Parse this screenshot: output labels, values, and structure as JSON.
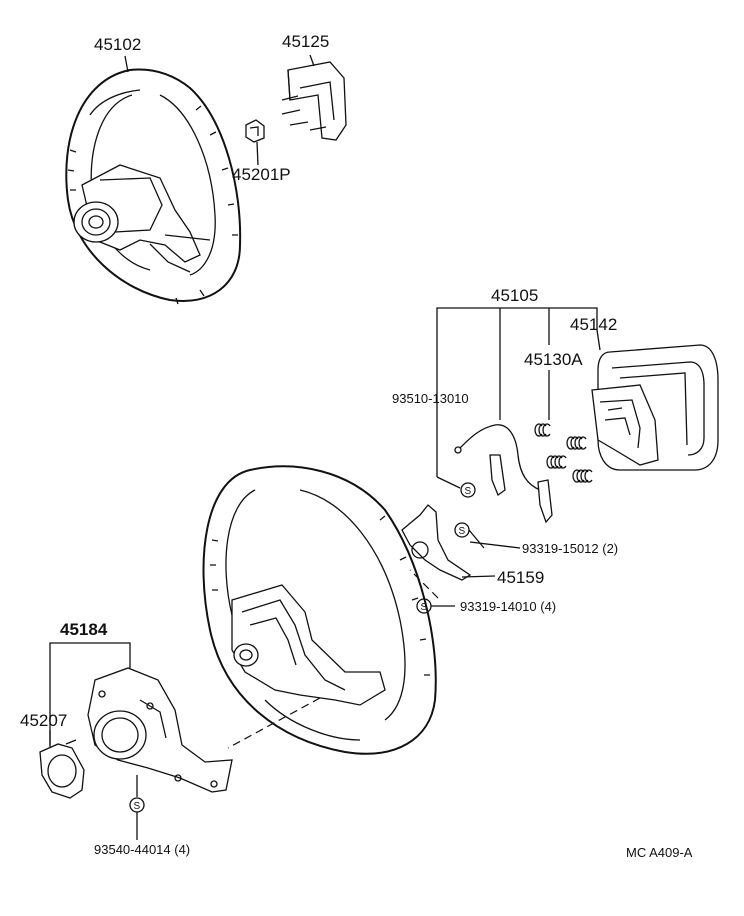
{
  "labels": {
    "wheel_upper": "45102",
    "pad_upper": "45125",
    "nut": "45201P",
    "assembly_pad": "45105",
    "horn_pad": "45142",
    "spring": "45130A",
    "wire": "93510-13010",
    "screw_a": "93319-15012 (2)",
    "plate": "45159",
    "screw_b": "93319-14010 (4)",
    "cover_assy": "45184",
    "ring": "45207",
    "screw_c": "93540-44014 (4)",
    "figure_code": "MC A409-A"
  },
  "symbols": {
    "s_mark": "S"
  },
  "colors": {
    "line": "#111111",
    "background": "#ffffff"
  }
}
